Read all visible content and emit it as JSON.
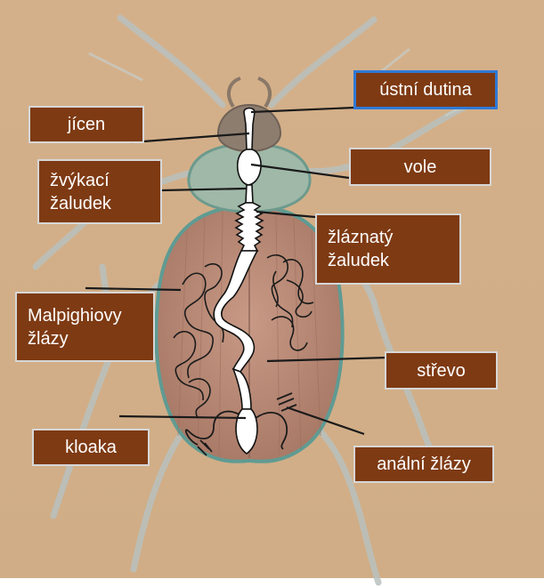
{
  "diagram": {
    "labels": {
      "ustni_dutina": "ústní dutina",
      "jicen": "jícen",
      "zvykaci_zaludek": "žvýkací\nžaludek",
      "vole": "vole",
      "zlaznaty_zaludek": "žláznatý\nžaludek",
      "malpighiovy_zlazy": "Malpighiovy\nžlázy",
      "strevo": "střevo",
      "kloaka": "kloaka",
      "analni_zlazy": "anální žlázy"
    },
    "colors": {
      "background": "#d3b088",
      "label_fill": "#7e3a13",
      "label_border": "#d7d7d7",
      "selected_border": "#2f79d6",
      "leader_line": "#1a1a1a",
      "beetle_body": "#b98d78",
      "digestive_tract": "#ffffff"
    }
  }
}
